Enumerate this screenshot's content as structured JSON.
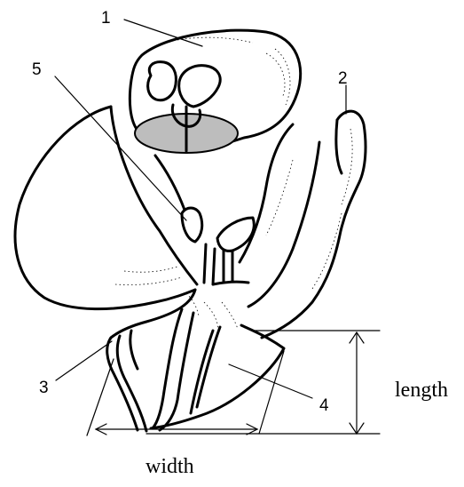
{
  "labels": {
    "n1": "1",
    "n2": "2",
    "n3": "3",
    "n4": "4",
    "n5": "5",
    "length": "length",
    "width": "width"
  }
}
